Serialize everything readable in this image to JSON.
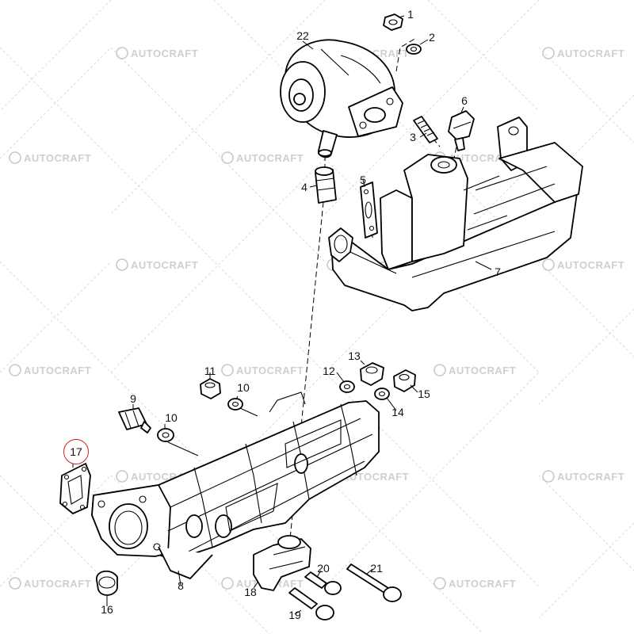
{
  "watermark": {
    "text": "AUTOCRAFT",
    "color": "#c9c9c9"
  },
  "highlight_color": "#d62020",
  "callouts": [
    {
      "id": "c1",
      "label": "1",
      "highlighted": false
    },
    {
      "id": "c2",
      "label": "2",
      "highlighted": false
    },
    {
      "id": "c3",
      "label": "3",
      "highlighted": false
    },
    {
      "id": "c4",
      "label": "4",
      "highlighted": false
    },
    {
      "id": "c5",
      "label": "5",
      "highlighted": false
    },
    {
      "id": "c6",
      "label": "6",
      "highlighted": false
    },
    {
      "id": "c7",
      "label": "7",
      "highlighted": false
    },
    {
      "id": "c8",
      "label": "8",
      "highlighted": false
    },
    {
      "id": "c9",
      "label": "9",
      "highlighted": false
    },
    {
      "id": "c10a",
      "label": "10",
      "highlighted": false
    },
    {
      "id": "c10b",
      "label": "10",
      "highlighted": false
    },
    {
      "id": "c11",
      "label": "11",
      "highlighted": false
    },
    {
      "id": "c12",
      "label": "12",
      "highlighted": false
    },
    {
      "id": "c13",
      "label": "13",
      "highlighted": false
    },
    {
      "id": "c14",
      "label": "14",
      "highlighted": false
    },
    {
      "id": "c15",
      "label": "15",
      "highlighted": false
    },
    {
      "id": "c16",
      "label": "16",
      "highlighted": false
    },
    {
      "id": "c17",
      "label": "17",
      "highlighted": true
    },
    {
      "id": "c18",
      "label": "18",
      "highlighted": false
    },
    {
      "id": "c19",
      "label": "19",
      "highlighted": false
    },
    {
      "id": "c20",
      "label": "20",
      "highlighted": false
    },
    {
      "id": "c21",
      "label": "21",
      "highlighted": false
    },
    {
      "id": "c22",
      "label": "22",
      "highlighted": false
    }
  ]
}
